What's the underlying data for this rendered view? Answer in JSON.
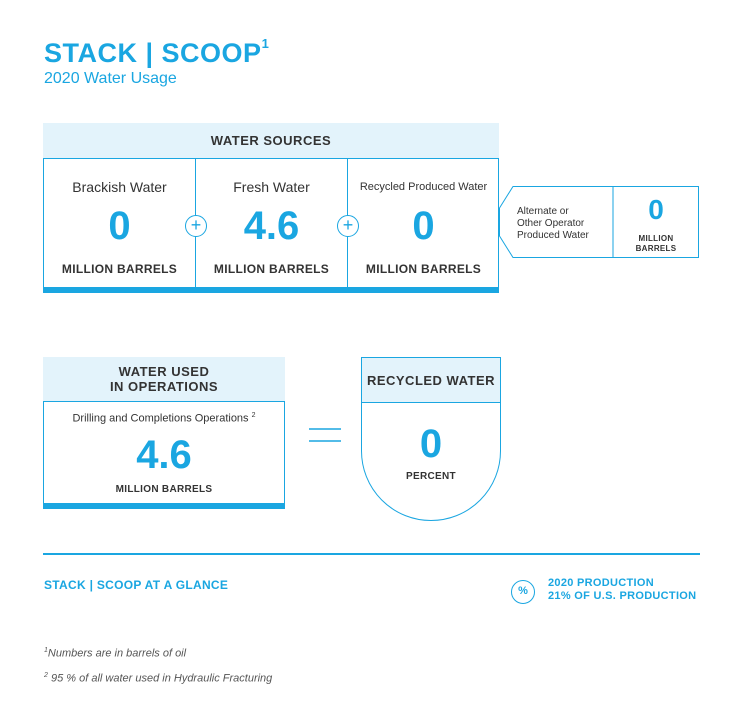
{
  "header": {
    "title": "STACK | SCOOP",
    "title_sup": "1",
    "subtitle": "2020 Water Usage"
  },
  "water_sources": {
    "heading": "WATER SOURCES",
    "cells": [
      {
        "label": "Brackish Water",
        "value": "0",
        "unit": "MILLION BARRELS"
      },
      {
        "label": "Fresh Water",
        "value": "4.6",
        "unit": "MILLION BARRELS"
      },
      {
        "label": "Recycled Produced Water",
        "value": "0",
        "unit": "MILLION BARRELS"
      }
    ],
    "plus_symbol": "+",
    "alternate": {
      "label_line1": "Alternate or",
      "label_line2": "Other Operator",
      "label_line3": "Produced Water",
      "value": "0",
      "unit_line1": "MILLION",
      "unit_line2": "BARRELS"
    }
  },
  "water_used": {
    "heading_line1": "WATER USED",
    "heading_line2": "IN OPERATIONS",
    "label": "Drilling and Completions Operations",
    "label_sup": "2",
    "value": "4.6",
    "unit": "MILLION BARRELS"
  },
  "recycled_water": {
    "heading": "RECYCLED WATER",
    "value": "0",
    "unit": "PERCENT"
  },
  "glance": {
    "label": "STACK | SCOOP AT A GLANCE",
    "icon_symbol": "%",
    "production_line1": "2020 PRODUCTION",
    "production_line2": "21% OF U.S. PRODUCTION"
  },
  "footnotes": [
    {
      "sup": "1",
      "text": "Numbers are in barrels of oil"
    },
    {
      "sup": "2",
      "text": "95 % of all water used in Hydraulic Fracturing"
    }
  ],
  "colors": {
    "accent": "#1aa6e1",
    "header_fill": "#e3f3fb",
    "text": "#333333"
  }
}
